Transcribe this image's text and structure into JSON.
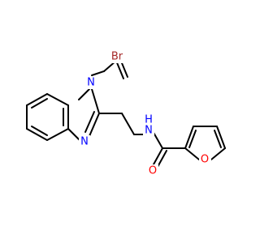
{
  "atoms": {
    "br": {
      "symbol": "Br",
      "color": "#a52a2a"
    },
    "n1": {
      "symbol": "N",
      "color": "#0000ff"
    },
    "n3": {
      "symbol": "N",
      "color": "#0000ff"
    },
    "nh": {
      "symbol": "H",
      "color": "#0000ff"
    },
    "nh_n": {
      "symbol": "N",
      "color": "#0000ff"
    },
    "o_furan": {
      "symbol": "O",
      "color": "#ff0000"
    },
    "o_carbonyl": {
      "symbol": "O",
      "color": "#ff0000"
    }
  }
}
